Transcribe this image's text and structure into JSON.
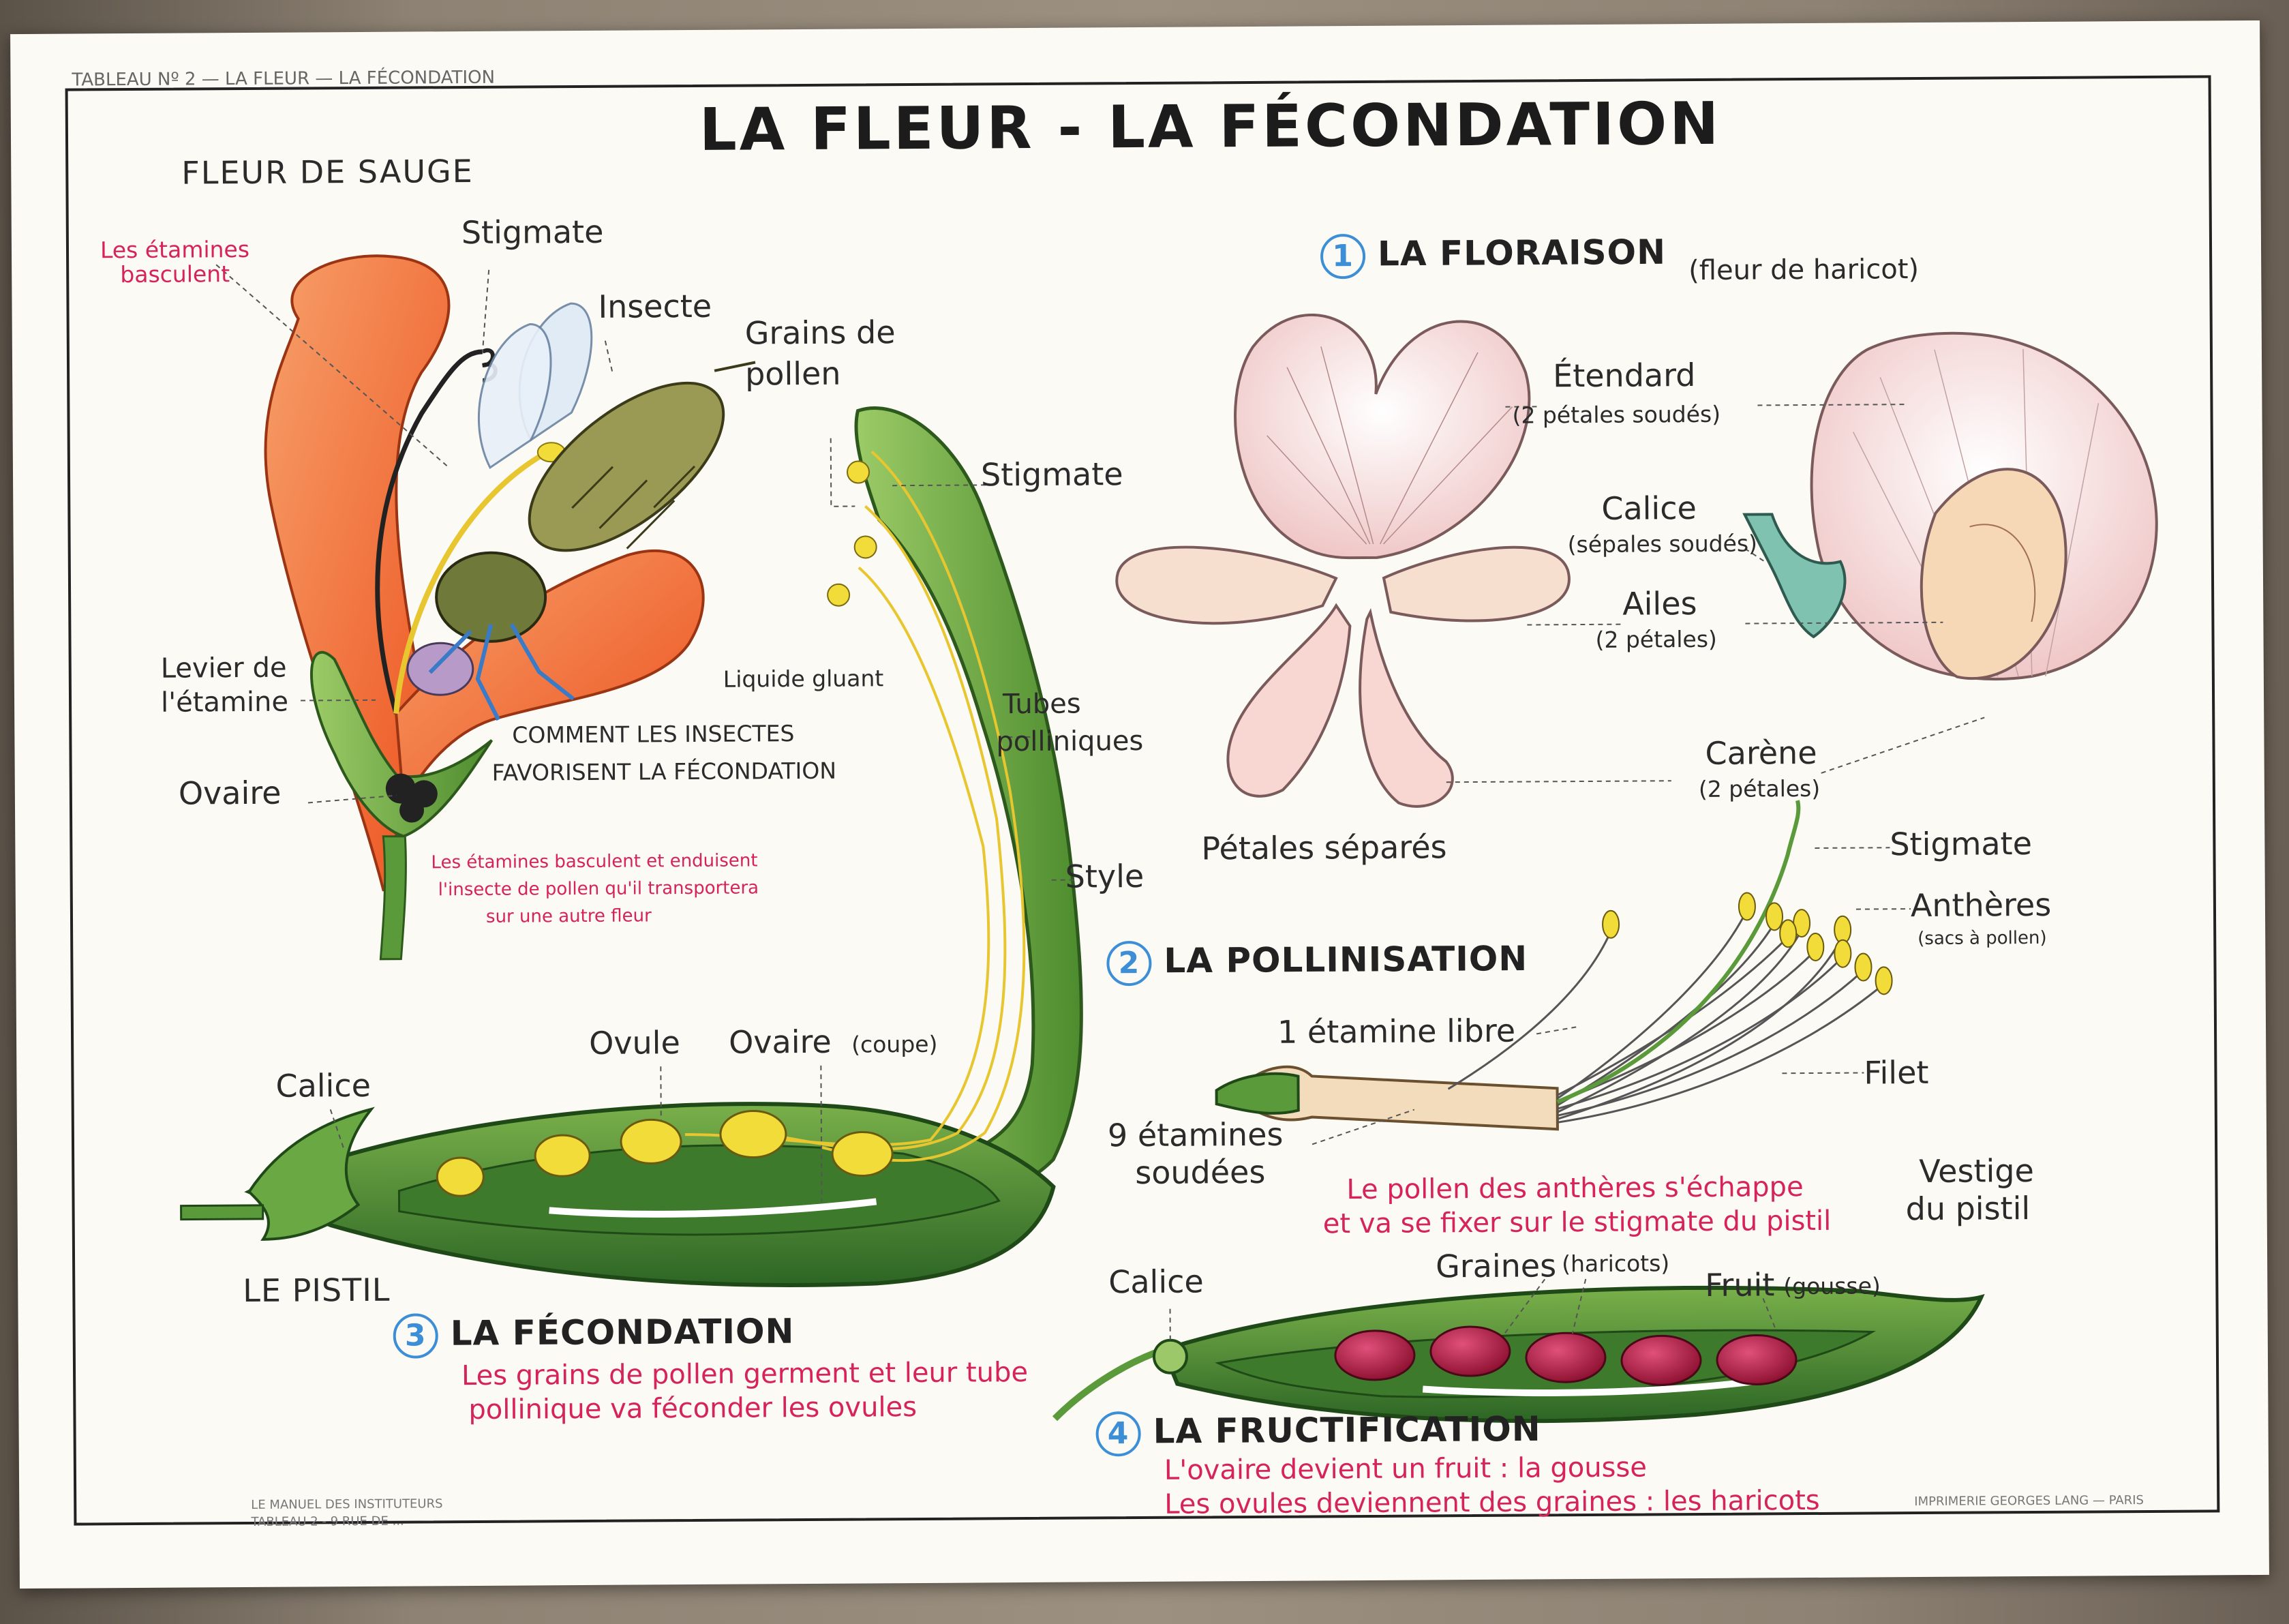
{
  "main_title": "LA FLEUR - LA FÉCONDATION",
  "fine_print": {
    "top_left": "TABLEAU Nº 2 — LA FLEUR — LA FÉCONDATION",
    "bottom_left_1": "LE MANUEL DES INSTITUTEURS",
    "bottom_left_2": "TABLEAU 2 - 9 RUE DE ...",
    "bottom_right": "IMPRIMERIE GEORGES LANG — PARIS"
  },
  "sauge": {
    "title": "FLEUR DE SAUGE",
    "stigmate": "Stigmate",
    "insecte": "Insecte",
    "etamines_basculent": "Les étamines\nbasculent",
    "levier_1": "Levier de",
    "levier_2": "l'étamine",
    "ovaire": "Ovaire",
    "comment_1": "COMMENT LES INSECTES",
    "comment_2": "FAVORISENT LA FÉCONDATION",
    "note_1": "Les étamines basculent et enduisent",
    "note_2": "l'insecte de pollen qu'il transportera",
    "note_3": "sur une autre fleur"
  },
  "pistil": {
    "grains_1": "Grains de",
    "grains_2": "pollen",
    "stigmate": "Stigmate",
    "liquide": "Liquide gluant",
    "tubes_1": "Tubes",
    "tubes_2": "polliniques",
    "style": "Style",
    "ovule": "Ovule",
    "ovaire": "Ovaire",
    "coupe": "(coupe)",
    "calice": "Calice",
    "le_pistil": "LE PISTIL"
  },
  "section1": {
    "number": "1",
    "title": "LA FLORAISON",
    "subtitle": "(fleur de haricot)",
    "etendard": "Étendard",
    "etendard_sub": "(2 pétales soudés)",
    "calice": "Calice",
    "calice_sub": "(sépales soudés)",
    "ailes": "Ailes",
    "ailes_sub": "(2 pétales)",
    "carene": "Carène",
    "carene_sub": "(2 pétales)",
    "petales": "Pétales séparés"
  },
  "section2": {
    "number": "2",
    "title": "LA POLLINISATION",
    "stigmate": "Stigmate",
    "antheres": "Anthères",
    "antheres_sub": "(sacs à pollen)",
    "etamine_libre": "1 étamine libre",
    "filet": "Filet",
    "soudees_1": "9 étamines",
    "soudees_2": "soudées",
    "note_1": "Le pollen des anthères s'échappe",
    "note_2": "et va se fixer sur le stigmate du pistil"
  },
  "section3": {
    "number": "3",
    "title": "LA FÉCONDATION",
    "note_1": "Les grains de pollen germent et leur tube",
    "note_2": "pollinique va féconder les ovules"
  },
  "section4": {
    "number": "4",
    "title": "LA FRUCTIFICATION",
    "calice": "Calice",
    "graines": "Graines",
    "graines_sub": "(haricots)",
    "fruit": "Fruit",
    "fruit_sub": "(gousse)",
    "vestige_1": "Vestige",
    "vestige_2": "du pistil",
    "note_1": "L'ovaire devient un fruit : la gousse",
    "note_2": "Les ovules deviennent des graines : les haricots"
  },
  "colors": {
    "petal_orange": "#f26b2d",
    "leaf_green": "#5b9a3a",
    "pod_dark": "#2f6b2a",
    "pollen_yellow": "#f2dc3a",
    "bean_red": "#a8163a",
    "pink_text": "#d6245a",
    "accent_blue": "#3c8fd6"
  }
}
